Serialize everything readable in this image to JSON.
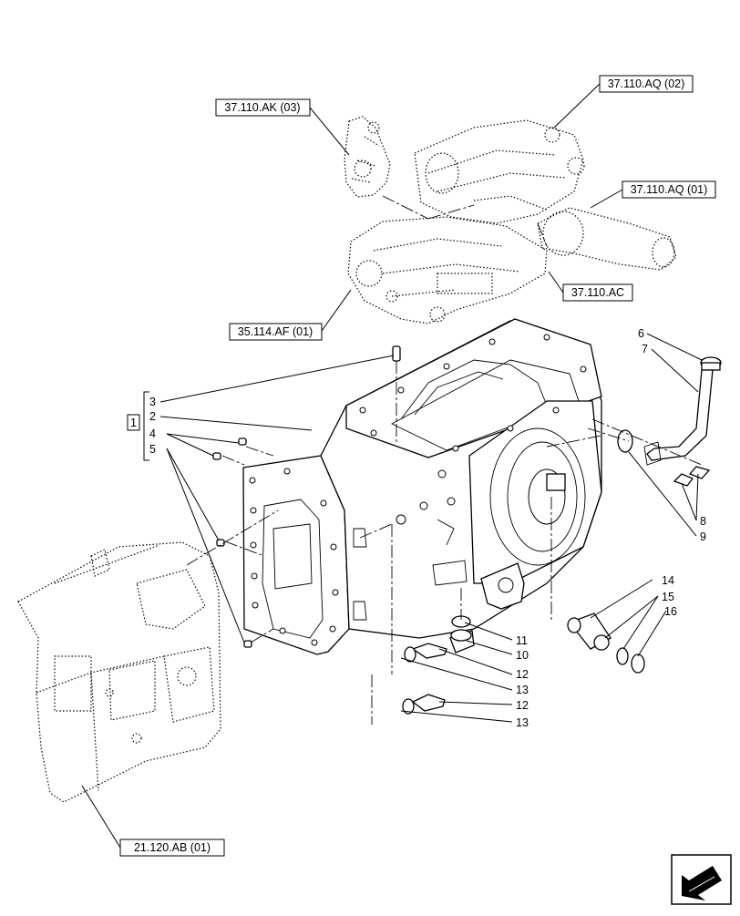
{
  "references": [
    {
      "id": "ref-37-110-ak-03",
      "label": "37.110.AK (03)"
    },
    {
      "id": "ref-37-110-aq-02",
      "label": "37.110.AQ (02)"
    },
    {
      "id": "ref-37-110-aq-01",
      "label": "37.110.AQ (01)"
    },
    {
      "id": "ref-37-110-ac",
      "label": "37.110.AC"
    },
    {
      "id": "ref-35-114-af-01",
      "label": "35.114.AF (01)"
    },
    {
      "id": "ref-21-120-ab-01",
      "label": "21.120.AB (01)"
    }
  ],
  "callouts": {
    "group": "1",
    "n2": "2",
    "n3": "3",
    "n4": "4",
    "n5": "5",
    "n6": "6",
    "n7": "7",
    "n8": "8",
    "n9": "9",
    "n10": "10",
    "n11": "11",
    "n12a": "12",
    "n13a": "13",
    "n12b": "12",
    "n13b": "13",
    "n14": "14",
    "n15": "15",
    "n16": "16"
  },
  "nav": {
    "icon": "next-page-arrow-icon"
  }
}
